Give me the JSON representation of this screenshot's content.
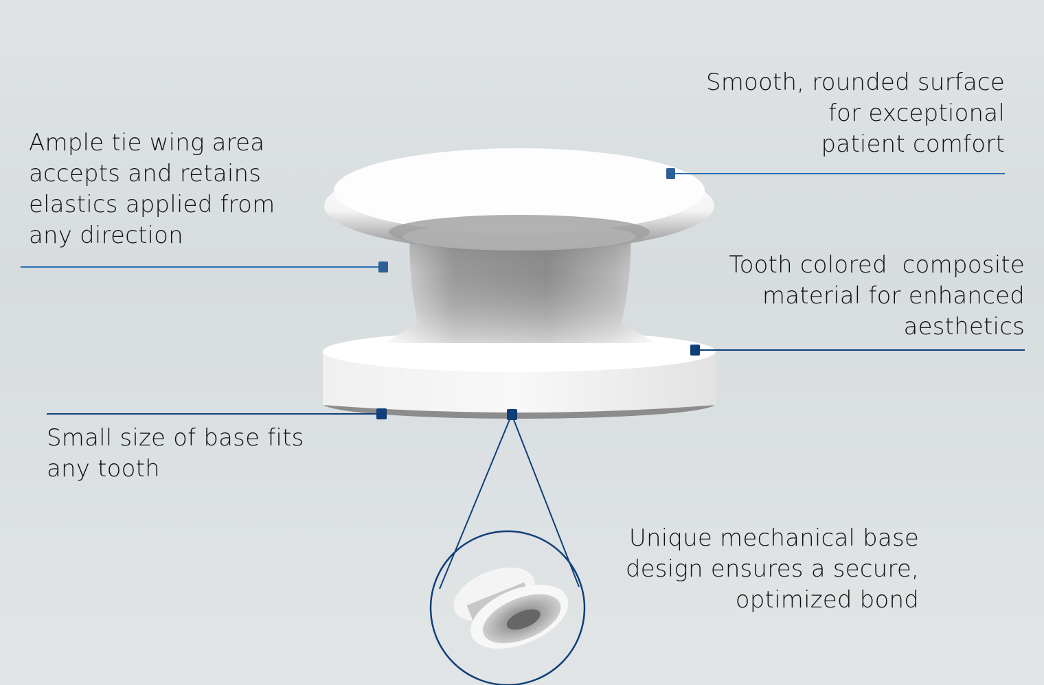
{
  "colors": {
    "background": "#dce0e2",
    "leader_line_light": "#2a6fb0",
    "leader_line_dark": "#0f3f78",
    "marker": "#0f3f78",
    "text": "#111111"
  },
  "callouts": [
    {
      "id": "top-right",
      "lines": [
        "Smooth, rounded surface",
        "for exceptional",
        "patient comfort"
      ]
    },
    {
      "id": "top-left",
      "lines": [
        "Ample tie wing area",
        "accepts and retains",
        "elastics applied from",
        "any direction"
      ]
    },
    {
      "id": "mid-right",
      "lines": [
        "Tooth colored  composite",
        "material for enhanced",
        "aesthetics"
      ]
    },
    {
      "id": "bottom-left",
      "lines": [
        "Small size of base fits",
        "any tooth"
      ]
    },
    {
      "id": "bottom-right",
      "lines": [
        "Unique mechanical base",
        "design ensures a secure,",
        "optimized bond"
      ]
    }
  ]
}
